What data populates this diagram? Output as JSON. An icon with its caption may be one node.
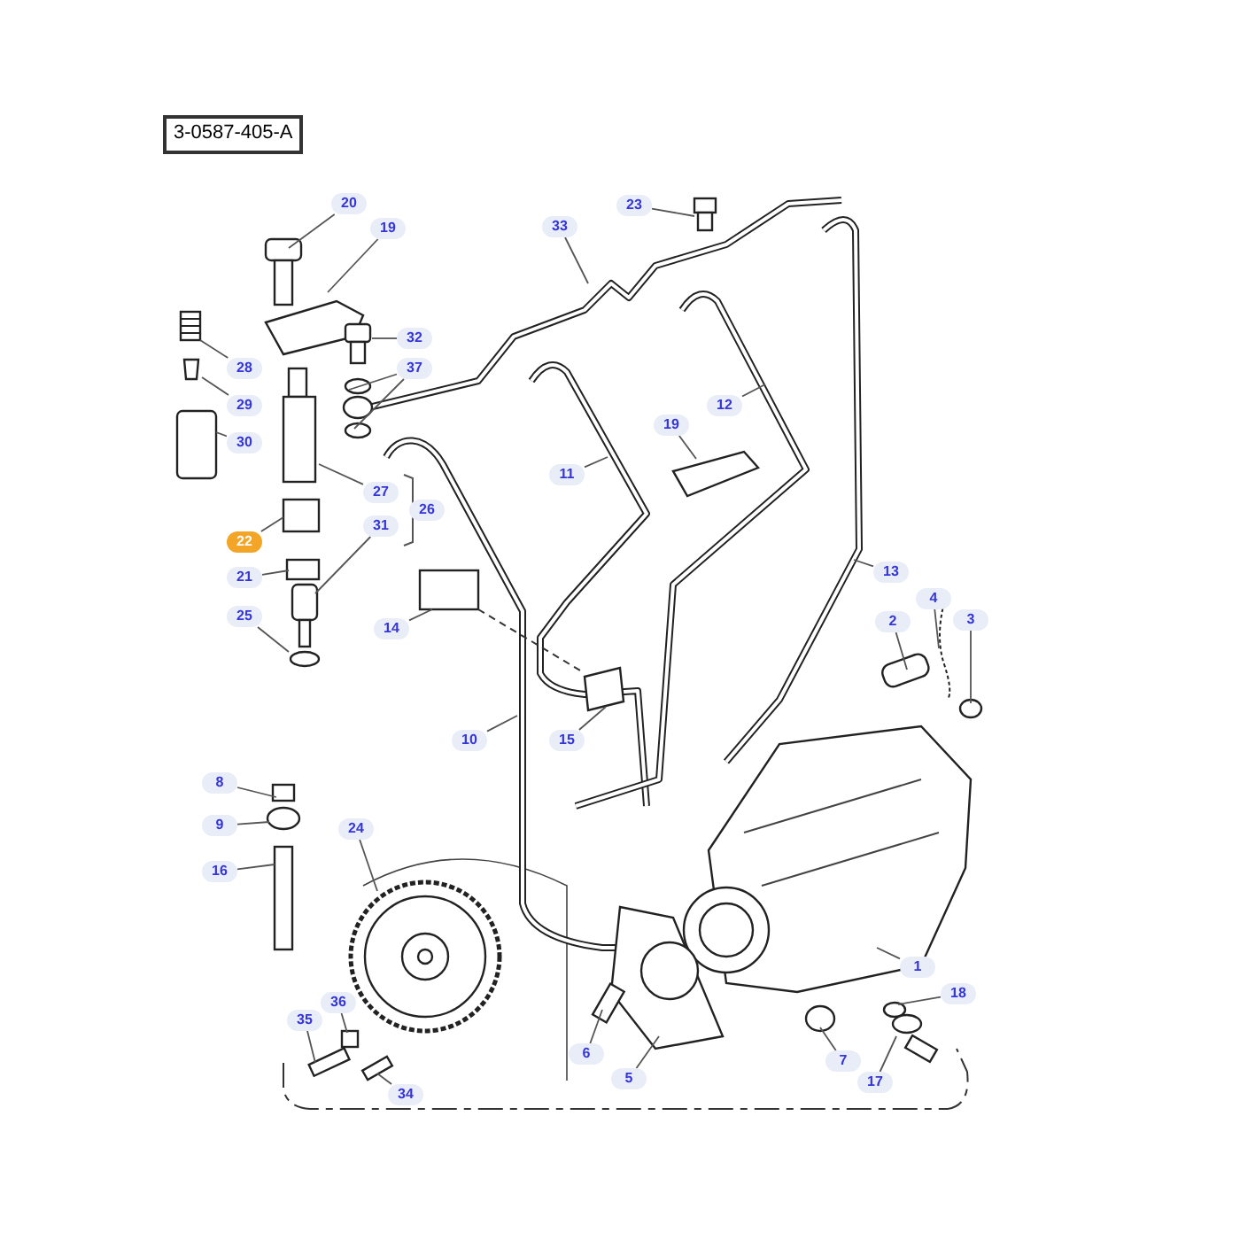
{
  "diagram": {
    "nodes": [
      {
        "text": [
          "3-0587-405-A"
        ]
      },
      {
        "text": [
          "20"
        ]
      },
      {
        "text": [
          "19"
        ]
      },
      {
        "text": [
          "23"
        ]
      },
      {
        "text": [
          "33"
        ]
      },
      {
        "text": [
          "32"
        ]
      },
      {
        "text": [
          "28"
        ]
      },
      {
        "text": [
          "37"
        ]
      },
      {
        "text": [
          "12"
        ]
      },
      {
        "text": [
          "29"
        ]
      },
      {
        "text": [
          "19"
        ]
      },
      {
        "text": [
          "30"
        ]
      },
      {
        "text": [
          "11"
        ]
      },
      {
        "text": [
          "27"
        ]
      },
      {
        "text": [
          "26"
        ]
      },
      {
        "text": [
          "31"
        ]
      },
      {
        "text": [
          "22"
        ]
      },
      {
        "text": [
          "13"
        ]
      },
      {
        "text": [
          "21"
        ]
      },
      {
        "text": [
          "4"
        ]
      },
      {
        "text": [
          "25"
        ]
      },
      {
        "text": [
          "2"
        ]
      },
      {
        "text": [
          "3"
        ]
      },
      {
        "text": [
          "14"
        ]
      },
      {
        "text": [
          "10"
        ]
      },
      {
        "text": [
          "15"
        ]
      },
      {
        "text": [
          "8"
        ]
      },
      {
        "text": [
          "9"
        ]
      },
      {
        "text": [
          "24"
        ]
      },
      {
        "text": [
          "16"
        ]
      },
      {
        "text": [
          "1"
        ]
      },
      {
        "text": [
          "18"
        ]
      },
      {
        "text": [
          "36"
        ]
      },
      {
        "text": [
          "35"
        ]
      },
      {
        "text": [
          "6"
        ]
      },
      {
        "text": [
          "7"
        ]
      },
      {
        "text": [
          "5"
        ]
      },
      {
        "text": [
          "17"
        ]
      },
      {
        "text": [
          "34"
        ]
      }
    ],
    "edges": [
      {
        "from": 1,
        "to": null,
        "arrow": "none"
      },
      {
        "from": 2,
        "to": null,
        "arrow": "none"
      },
      {
        "from": 3,
        "to": null,
        "arrow": "none"
      },
      {
        "from": 4,
        "to": null,
        "arrow": "none"
      },
      {
        "from": 5,
        "to": null,
        "arrow": "none"
      },
      {
        "from": 6,
        "to": null,
        "arrow": "none"
      },
      {
        "from": 7,
        "to": null,
        "arrow": "none"
      },
      {
        "from": 7,
        "to": null,
        "arrow": "none"
      },
      {
        "from": 8,
        "to": null,
        "arrow": "none"
      },
      {
        "from": 9,
        "to": null,
        "arrow": "none"
      },
      {
        "from": 10,
        "to": null,
        "arrow": "none"
      },
      {
        "from": 11,
        "to": null,
        "arrow": "none"
      },
      {
        "from": 12,
        "to": null,
        "arrow": "none"
      },
      {
        "from": 13,
        "to": null,
        "arrow": "none"
      },
      {
        "from": 15,
        "to": null,
        "arrow": "none"
      },
      {
        "from": 16,
        "to": null,
        "arrow": "none"
      },
      {
        "from": 17,
        "to": null,
        "arrow": "none"
      },
      {
        "from": 18,
        "to": null,
        "arrow": "none"
      },
      {
        "from": 19,
        "to": null,
        "arrow": "none"
      },
      {
        "from": 20,
        "to": null,
        "arrow": "none"
      },
      {
        "from": 21,
        "to": null,
        "arrow": "none"
      },
      {
        "from": 22,
        "to": null,
        "arrow": "none"
      },
      {
        "from": 23,
        "to": null,
        "arrow": "none"
      },
      {
        "from": 24,
        "to": null,
        "arrow": "none"
      },
      {
        "from": 25,
        "to": null,
        "arrow": "none"
      },
      {
        "from": 26,
        "to": null,
        "arrow": "none"
      },
      {
        "from": 27,
        "to": null,
        "arrow": "none"
      },
      {
        "from": 28,
        "to": null,
        "arrow": "none"
      },
      {
        "from": 29,
        "to": null,
        "arrow": "none"
      },
      {
        "from": 30,
        "to": null,
        "arrow": "none"
      },
      {
        "from": 31,
        "to": null,
        "arrow": "none"
      },
      {
        "from": 32,
        "to": null,
        "arrow": "none"
      },
      {
        "from": 33,
        "to": null,
        "arrow": "none"
      },
      {
        "from": 34,
        "to": null,
        "arrow": "none"
      },
      {
        "from": 35,
        "to": null,
        "arrow": "none"
      },
      {
        "from": 36,
        "to": null,
        "arrow": "none"
      },
      {
        "from": 37,
        "to": null,
        "arrow": "none"
      },
      {
        "from": 38,
        "to": null,
        "arrow": "none"
      }
    ]
  }
}
